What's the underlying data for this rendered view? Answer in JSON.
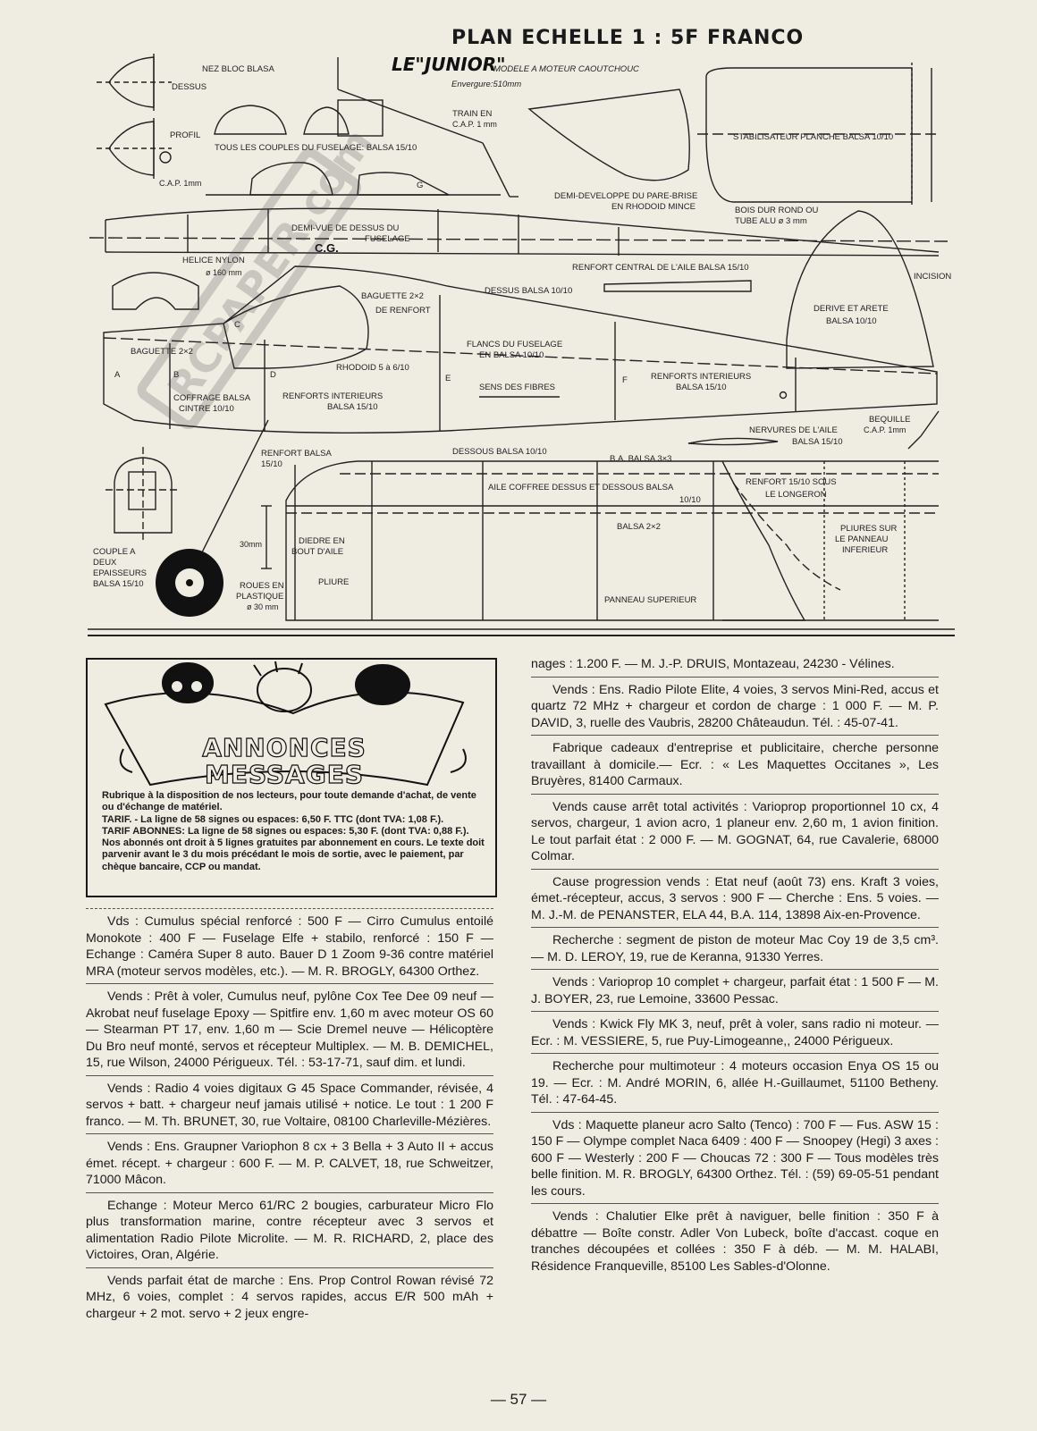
{
  "plan": {
    "title": "PLAN ECHELLE 1 : 5F FRANCO",
    "model_name": "LE\"JUNIOR\"",
    "model_subtitle": "MODELE A MOTEUR CAOUTCHOUC",
    "wingspan": "Envergure:510mm",
    "watermark": "RCPAPER.com",
    "labels": {
      "nez": "NEZ BLOC BLASA",
      "dessus": "DESSUS",
      "profil": "PROFIL",
      "cap_side": "C.A.P. 1mm",
      "train": "TRAIN EN",
      "train2": "C.A.P. 1 mm",
      "couples": "TOUS LES COUPLES DU FUSELAGE: BALSA 15/10",
      "stabilisateur": "STABILISATEUR PLANCHE BALSA 10/10",
      "pare_brise1": "DEMI-DEVELOPPE DU PARE-BRISE",
      "pare_brise2": "EN RHODOID MINCE",
      "bois_dur1": "BOIS DUR ROND OU",
      "bois_dur2": "TUBE ALU ø 3 mm",
      "demi_vue1": "DEMI-VUE DE DESSUS DU",
      "demi_vue2": "FUSELAGE",
      "cg": "C.G.",
      "helice1": "HELICE NYLON",
      "helice2": "ø 160 mm",
      "renfort_central": "RENFORT CENTRAL DE L'AILE BALSA 15/10",
      "incision": "INCISION",
      "baguette1": "BAGUETTE 2×2",
      "baguette1b": "DE RENFORT",
      "dessus_balsa": "DESSUS BALSA 10/10",
      "derive1": "DERIVE ET ARETE",
      "derive2": "BALSA 10/10",
      "flancs1": "FLANCS DU FUSELAGE",
      "flancs2": "EN BALSA 10/10",
      "baguette2": "BAGUETTE 2×2",
      "rhodoid": "RHODOID 5 à 6/10",
      "sens": "SENS DES FIBRES",
      "renforts_int1": "RENFORTS INTERIEURS",
      "renforts_int2": "BALSA 15/10",
      "coffrage1": "COFFRAGE BALSA",
      "coffrage2": "CINTRE 10/10",
      "renforts_int3": "RENFORTS INTERIEURS",
      "renforts_int4": "BALSA 15/10",
      "bequille1": "BEQUILLE",
      "bequille2": "C.A.P. 1mm",
      "nervures1": "NERVURES DE L'AILE",
      "nervures2": "BALSA 15/10",
      "renfort_balsa1": "RENFORT BALSA",
      "renfort_balsa2": "15/10",
      "dessous_balsa": "DESSOUS BALSA 10/10",
      "ba_balsa": "B.A. BALSA 3×3",
      "aile_coffree1": "AILE COFFREE DESSUS ET DESSOUS BALSA",
      "aile_coffree2": "10/10",
      "renfort_longeron1": "RENFORT 15/10 SOUS",
      "renfort_longeron2": "LE LONGERON",
      "balsa2x2": "BALSA 2×2",
      "couple_a1": "COUPLE A",
      "couple_a2": "DEUX",
      "couple_a3": "EPAISSEURS",
      "couple_a4": "BALSA 15/10",
      "dim30": "30mm",
      "diedre1": "DIEDRE EN",
      "diedre2": "BOUT D'AILE",
      "pliures1": "PLIURES SUR",
      "pliures2": "LE PANNEAU",
      "pliures3": "INFERIEUR",
      "roues1": "ROUES EN",
      "roues2": "PLASTIQUE",
      "roues3": "ø 30 mm",
      "pliure": "PLIURE",
      "panneau_sup": "PANNEAU SUPERIEUR",
      "ca": "A",
      "cb": "B",
      "cc": "C",
      "cd": "D",
      "ce": "E",
      "cf": "F",
      "cg2": "G"
    }
  },
  "annonces": {
    "title1": "ANNONCES",
    "title2": "MESSAGES",
    "rules": [
      "Rubrique à la disposition de nos lecteurs, pour toute demande d'achat, de vente ou d'échange de matériel.",
      "TARIF. - La ligne de 58 signes ou espaces: 6,50 F. TTC (dont TVA: 1,08 F.).",
      "TARIF ABONNES: La ligne de 58 signes ou espaces: 5,30 F. (dont TVA: 0,88 F.). Nos abonnés ont droit à 5 lignes gratuites par abonnement en cours. Le texte doit parvenir avant le 3 du mois précédant le mois de sortie, avec le paiement, par chèque bancaire, CCP ou mandat."
    ]
  },
  "ads_left": [
    "Vds : Cumulus spécial renforcé : 500 F — Cirro Cumulus entoilé Monokote : 400 F — Fuselage Elfe + stabilo, renforcé : 150 F — Echange : Caméra Super 8 auto. Bauer D 1 Zoom 9-36 contre matériel MRA (moteur servos modèles, etc.). — M. R. BROGLY, 64300 Orthez.",
    "Vends : Prêt à voler, Cumulus neuf, pylône Cox Tee Dee 09 neuf — Akrobat neuf fuselage Epoxy — Spitfire env. 1,60 m avec moteur OS 60 — Stearman PT 17, env. 1,60 m — Scie Dremel neuve — Hélicoptère Du Bro neuf monté, servos et récepteur Multiplex. — M. B. DEMICHEL, 15, rue Wilson, 24000 Périgueux. Tél. : 53-17-71, sauf dim. et lundi.",
    "Vends : Radio 4 voies digitaux G 45 Space Commander, révisée, 4 servos + batt. + chargeur neuf jamais utilisé + notice. Le tout : 1 200 F franco. — M. Th. BRUNET, 30, rue Voltaire, 08100 Charleville-Mézières.",
    "Vends : Ens. Graupner Variophon 8 cx + 3 Bella + 3 Auto II + accus émet. récept. + chargeur : 600 F. — M. P. CALVET, 18, rue Schweitzer, 71000 Mâcon.",
    "Echange : Moteur Merco 61/RC 2 bougies, carburateur Micro Flo plus transformation marine, contre récepteur avec 3 servos et alimentation Radio Pilote Microlite. — M. R. RICHARD, 2, place des Victoires, Oran, Algérie.",
    "Vends parfait état de marche : Ens. Prop Control Rowan révisé 72 MHz, 6 voies, complet : 4 servos rapides, accus E/R 500 mAh + chargeur + 2 mot. servo + 2 jeux engre-"
  ],
  "ads_right": [
    "nages : 1.200 F. — M. J.-P. DRUIS, Montazeau, 24230 - Vélines.",
    "Vends : Ens. Radio Pilote Elite, 4 voies, 3 servos Mini-Red, accus et quartz 72 MHz + chargeur et cordon de charge : 1 000 F. — M. P. DAVID, 3, ruelle des Vaubris, 28200 Châteaudun. Tél. : 45-07-41.",
    "Fabrique cadeaux d'entreprise et publicitaire, cherche personne travaillant à domicile.— Ecr. : « Les Maquettes Occitanes », Les Bruyères, 81400 Carmaux.",
    "Vends cause arrêt total activités : Varioprop proportionnel 10 cx, 4 servos, chargeur, 1 avion acro, 1 planeur env. 2,60 m, 1 avion finition. Le tout parfait état : 2 000 F. — M. GOGNAT, 64, rue Cavalerie, 68000 Colmar.",
    "Cause progression vends : Etat neuf (août 73) ens. Kraft 3 voies, émet.-récepteur, accus, 3 servos : 900 F — Cherche : Ens. 5 voies. — M. J.-M. de PENANSTER, ELA 44, B.A. 114, 13898 Aix-en-Provence.",
    "Recherche : segment de piston de moteur Mac Coy 19 de 3,5 cm³. — M. D. LEROY, 19, rue de Keranna, 91330 Yerres.",
    "Vends : Varioprop 10 complet + chargeur, parfait état : 1 500 F — M. J. BOYER, 23, rue Lemoine, 33600 Pessac.",
    "Vends : Kwick Fly MK 3, neuf, prêt à voler, sans radio ni moteur. — Ecr. : M. VESSIERE, 5, rue Puy-Limogeanne,, 24000 Périgueux.",
    "Recherche pour multimoteur : 4 moteurs occasion Enya OS 15 ou 19. — Ecr. : M. André MORIN, 6, allée H.-Guillaumet, 51100 Betheny. Tél. : 47-64-45.",
    "Vds : Maquette planeur acro Salto (Tenco) : 700 F — Fus. ASW 15 : 150 F — Olympe complet Naca 6409 : 400 F — Snoopey (Hegi) 3 axes : 600 F — Westerly : 200 F — Choucas 72 : 300 F — Tous modèles très belle finition. M. R. BROGLY, 64300 Orthez. Tél. : (59) 69-05-51 pendant les cours.",
    "Vends : Chalutier Elke prêt à naviguer, belle finition : 350 F à débattre — Boîte constr. Adler Von Lubeck, boîte d'accast. coque en tranches découpées et collées : 350 F à déb. — M. M. HALABI, Résidence Franqueville, 85100 Les Sables-d'Olonne."
  ],
  "page_number": "— 57 —"
}
